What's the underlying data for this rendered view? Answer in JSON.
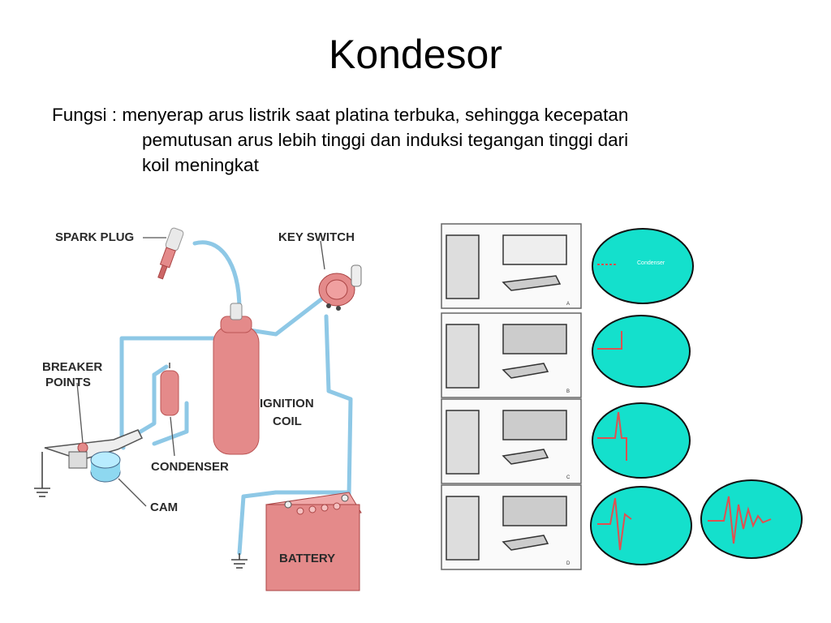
{
  "slide": {
    "title": "Kondesor",
    "function_label": "Fungsi :",
    "function_lines": [
      "menyerap arus listrik saat platina terbuka, sehingga kecepatan",
      "pemutusan arus lebih tinggi dan induksi tegangan tinggi  dari",
      "koil meningkat"
    ]
  },
  "ignition_diagram": {
    "labels": {
      "spark_plug": "SPARK PLUG",
      "key_switch": "KEY SWITCH",
      "breaker_points_1": "BREAKER",
      "breaker_points_2": "POINTS",
      "ignition_coil_1": "IGNITION",
      "ignition_coil_2": "COIL",
      "condenser": "CONDENSER",
      "cam": "CAM",
      "battery": "BATTERY"
    }
  },
  "waveform_panels": {
    "scope_label": "Condenser",
    "panel_letters": [
      "A",
      "B",
      "C",
      "D"
    ]
  },
  "colors": {
    "wire": "#8ec8e6",
    "coil": "#e48a8a",
    "scope": "#14e0cc",
    "trace": "#e05050"
  }
}
